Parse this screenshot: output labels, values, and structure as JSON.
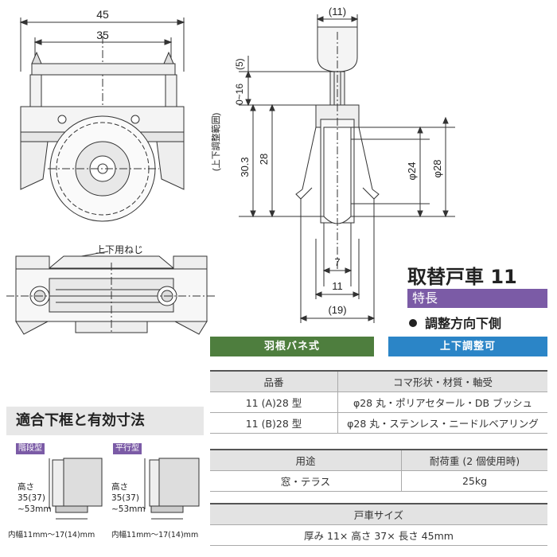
{
  "product": {
    "title": "取替戸車 11",
    "features_label": "特長",
    "feature": "調整方向下側"
  },
  "tags": {
    "spring": "羽根バネ式",
    "adjust": "上下調整可"
  },
  "spec_table": {
    "headers": [
      "品番",
      "コマ形状・材質・軸受"
    ],
    "rows": [
      [
        "11 (A)28 型",
        "φ28 丸・ポリアセタール・DB ブッシュ"
      ],
      [
        "11 (B)28 型",
        "φ28 丸・ステンレス・ニードルベアリング"
      ]
    ]
  },
  "use_table": {
    "headers": [
      "用途",
      "耐荷重 (2 個使用時)"
    ],
    "rows": [
      [
        "窓・テラス",
        "25kg"
      ]
    ]
  },
  "size_table": {
    "header": "戸車サイズ",
    "value": "厚み 11× 高さ 37× 長さ 45mm"
  },
  "fitting": {
    "title": "適合下框と有効寸法",
    "types": [
      "階段型",
      "平行型"
    ],
    "height_label": "高さ",
    "height_value": "35(37)",
    "height_range": "~53mm",
    "width_text": "内幅11mm～17(14)mm"
  },
  "dimensions": {
    "width_45": "45",
    "width_35": "35",
    "thread_label": "上下用ねじ",
    "top_11": "(11)",
    "adj_5": "(5)",
    "adj_range": "0~16",
    "adj_note": "(上下調整範囲)",
    "h_30_3": "30.3",
    "h_28": "28",
    "dia_24": "φ24",
    "dia_28": "φ28",
    "w_7": "7",
    "w_11": "11",
    "w_19": "(19)"
  },
  "colors": {
    "purple": "#7b5ba6",
    "green": "#4e7e3e",
    "blue": "#2b85c7"
  }
}
